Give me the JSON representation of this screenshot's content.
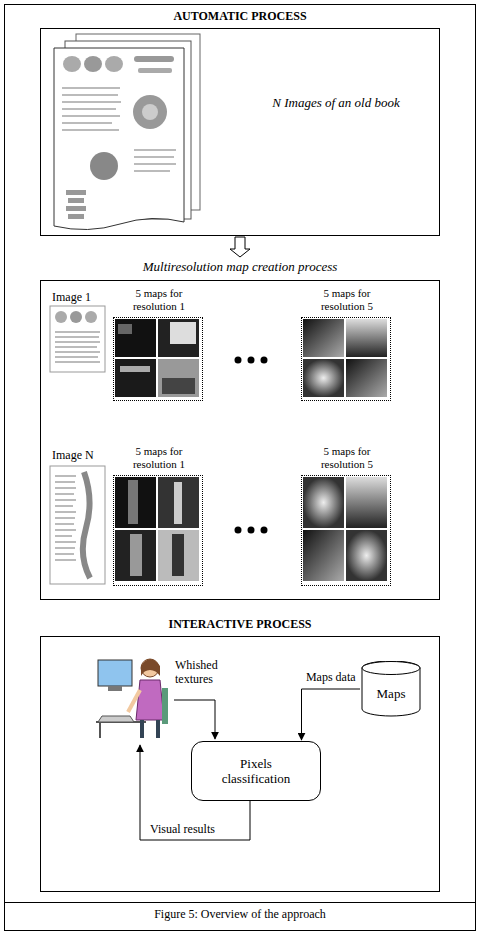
{
  "diagram": {
    "caption": "Figure 5: Overview of the approach",
    "nodes": [
      {
        "text": [
          "N Images of an old book"
        ]
      },
      {
        "text": [
          "Multiresolution map creation process"
        ]
      },
      {
        "text": [
          "5 maps for resolution 1"
        ],
        "in": 1
      },
      {
        "text": [
          "5 maps for resolution 5"
        ],
        "in": 1
      },
      {
        "text": [
          "5 maps for resolution 1"
        ],
        "in": 1
      },
      {
        "text": [
          "5 maps for resolution 5"
        ],
        "in": 1
      },
      {
        "text": [
          "INTERACTIVE PROCESS"
        ]
      },
      {
        "text": [
          "Maps"
        ],
        "in": 6
      },
      {
        "text": [
          "Pixels classification"
        ],
        "in": 6
      }
    ],
    "edges": [
      {
        "from": 0,
        "to": 1,
        "arrow": "to"
      },
      {
        "from": 7,
        "to": 8,
        "label": "Maps data",
        "arrow": "to"
      }
    ],
    "labels": [
      "AUTOMATIC PROCESS",
      "Image 1",
      "Image N",
      "Whished textures",
      "Visual results"
    ]
  }
}
